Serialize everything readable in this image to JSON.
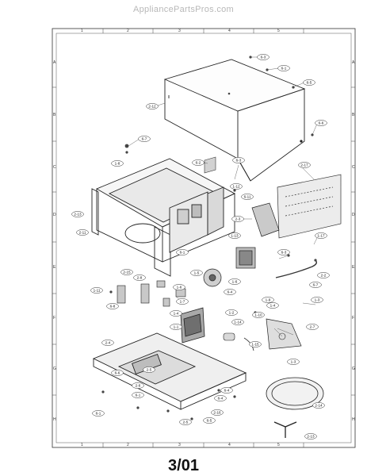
{
  "watermark": "AppliancePartsPros.com",
  "date_code": "3/01",
  "grid": {
    "columns": [
      "1",
      "2",
      "3",
      "4",
      "5"
    ],
    "rows": [
      "A",
      "B",
      "C",
      "D",
      "E",
      "F",
      "G",
      "H"
    ]
  },
  "callouts": [
    {
      "id": "c01",
      "label": "6-3"
    },
    {
      "id": "c02",
      "label": "6-1"
    },
    {
      "id": "c03",
      "label": "6-5"
    },
    {
      "id": "c04",
      "label": "2-12"
    },
    {
      "id": "c05",
      "label": "6-7"
    },
    {
      "id": "c06",
      "label": "1-8"
    },
    {
      "id": "c07",
      "label": "6-6"
    },
    {
      "id": "c08",
      "label": "6-2"
    },
    {
      "id": "c09",
      "label": "6-3"
    },
    {
      "id": "c10",
      "label": "1-12"
    },
    {
      "id": "c11",
      "label": "2-17"
    },
    {
      "id": "c12",
      "label": "6-11"
    },
    {
      "id": "c13",
      "label": "2-13"
    },
    {
      "id": "c14",
      "label": "2-3"
    },
    {
      "id": "c15",
      "label": "2-11"
    },
    {
      "id": "c16",
      "label": "1-13"
    },
    {
      "id": "c17",
      "label": "1-17"
    },
    {
      "id": "c18",
      "label": "6-1"
    },
    {
      "id": "c19",
      "label": "6-3"
    },
    {
      "id": "c20",
      "label": "2-15"
    },
    {
      "id": "c21",
      "label": "2-8"
    },
    {
      "id": "c22",
      "label": "1-11"
    },
    {
      "id": "c23",
      "label": "6-8"
    },
    {
      "id": "c24",
      "label": "1-6"
    },
    {
      "id": "c25",
      "label": "1-6"
    },
    {
      "id": "c26",
      "label": "6-4"
    },
    {
      "id": "c27",
      "label": "1-5"
    },
    {
      "id": "c28",
      "label": "1-7"
    },
    {
      "id": "c29",
      "label": "1-4"
    },
    {
      "id": "c30",
      "label": "1-4"
    },
    {
      "id": "c31",
      "label": "2-2"
    },
    {
      "id": "c32",
      "label": "6-7"
    },
    {
      "id": "c33",
      "label": "1-3"
    },
    {
      "id": "c34",
      "label": "2-7"
    },
    {
      "id": "c35",
      "label": "1-9"
    },
    {
      "id": "c36",
      "label": "1-1"
    },
    {
      "id": "c37",
      "label": "1-15"
    },
    {
      "id": "c38",
      "label": "1-14"
    },
    {
      "id": "c39",
      "label": "2-4"
    },
    {
      "id": "c40",
      "label": "2-6"
    },
    {
      "id": "c41",
      "label": "6-1"
    },
    {
      "id": "c42",
      "label": "6-4"
    },
    {
      "id": "c43",
      "label": "2-14"
    },
    {
      "id": "c44",
      "label": "6-5"
    },
    {
      "id": "c45",
      "label": "2-16"
    },
    {
      "id": "c46",
      "label": "2-5"
    },
    {
      "id": "c47",
      "label": "6-6"
    },
    {
      "id": "c48",
      "label": "2-13"
    },
    {
      "id": "c49",
      "label": "1-3"
    },
    {
      "id": "c50",
      "label": "2-5"
    },
    {
      "id": "c51",
      "label": "6-1"
    },
    {
      "id": "c52",
      "label": "6-4"
    },
    {
      "id": "c53",
      "label": "1-10"
    },
    {
      "id": "c54",
      "label": "1-2"
    }
  ]
}
